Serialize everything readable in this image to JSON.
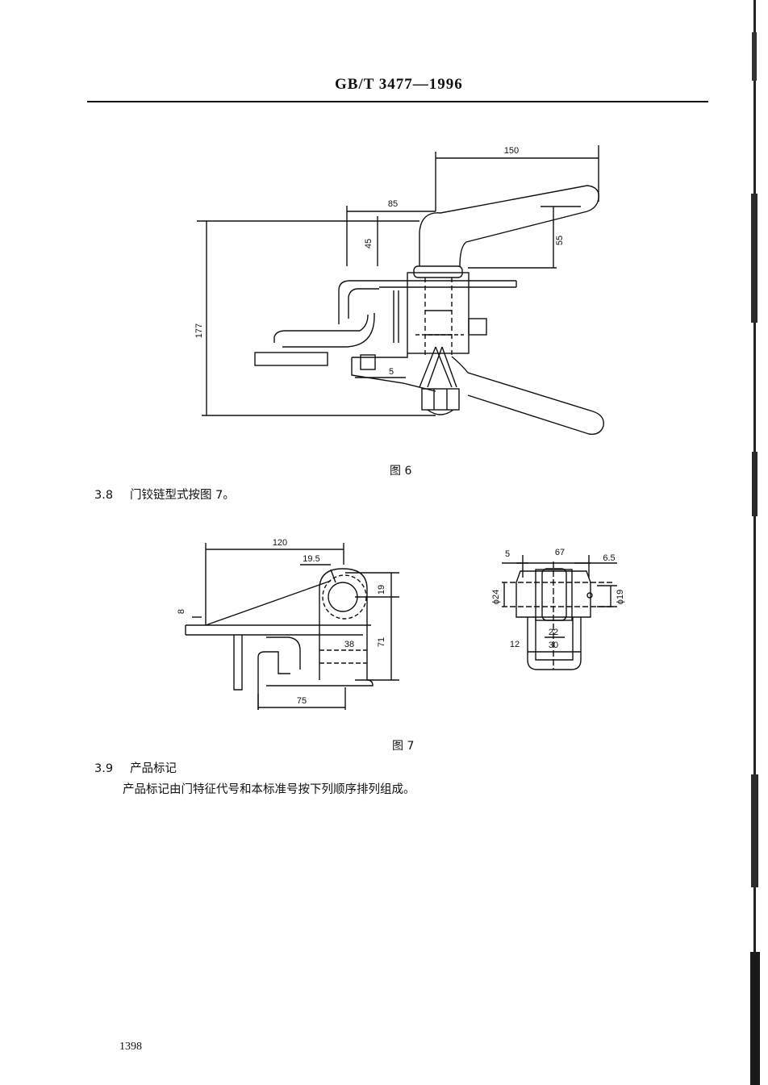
{
  "header": {
    "standard_no": "GB/T 3477—1996"
  },
  "figure6": {
    "caption": "图 6",
    "dims": {
      "d150": "150",
      "d85": "85",
      "d45": "45",
      "d55": "55",
      "d177": "177",
      "d5": "5"
    }
  },
  "clause_3_8": {
    "number": "3.8",
    "text": "门铰链型式按图 7。"
  },
  "figure7": {
    "caption": "图 7",
    "dims": {
      "d120": "120",
      "d19_5": "19.5",
      "d8": "8",
      "d19": "19",
      "d71": "71",
      "d38": "38",
      "d75": "75",
      "d5": "5",
      "d67": "67",
      "d6_5": "6.5",
      "phi24": "ϕ24",
      "phi19": "ϕ19",
      "d22": "22",
      "d12": "12",
      "d30": "30"
    }
  },
  "clause_3_9": {
    "number": "3.9",
    "title": "产品标记",
    "body": "产品标记由门特征代号和本标准号按下列顺序排列组成。"
  },
  "footer": {
    "page_number": "1398"
  }
}
